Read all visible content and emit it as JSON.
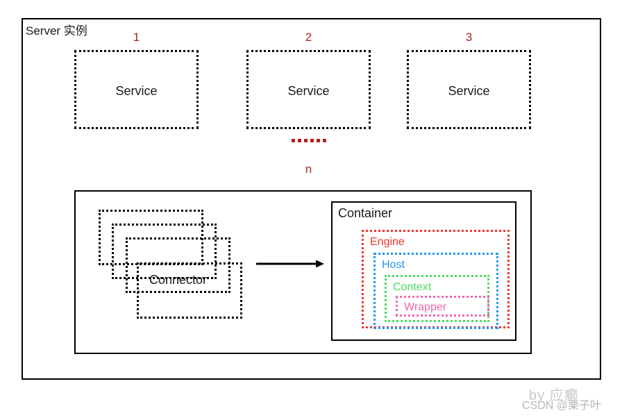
{
  "diagram": {
    "frame": {
      "label": "Server 实例"
    },
    "services": [
      {
        "number": "1",
        "label": "Service"
      },
      {
        "number": "2",
        "label": "Service"
      },
      {
        "number": "3",
        "label": "Service"
      }
    ],
    "ellipsis": {
      "dot_count": 6,
      "n_label": "n"
    },
    "connector": {
      "label": "Connector",
      "stack_count": 4
    },
    "arrow": {
      "direction": "right"
    },
    "container": {
      "label": "Container",
      "nested": [
        {
          "label": "Engine",
          "color": "#f1352b"
        },
        {
          "label": "Host",
          "color": "#2196f3"
        },
        {
          "label": "Context",
          "color": "#4cd964"
        },
        {
          "label": "Wrapper",
          "color": "#f266ab"
        }
      ]
    },
    "watermark": {
      "primary": "by 应癫",
      "secondary": "CSDN @栗子叶"
    },
    "colors": {
      "stroke": "#000000",
      "number_red": "#b32117",
      "text": "#1a1a1a",
      "watermark": "#c9c9c9"
    }
  }
}
